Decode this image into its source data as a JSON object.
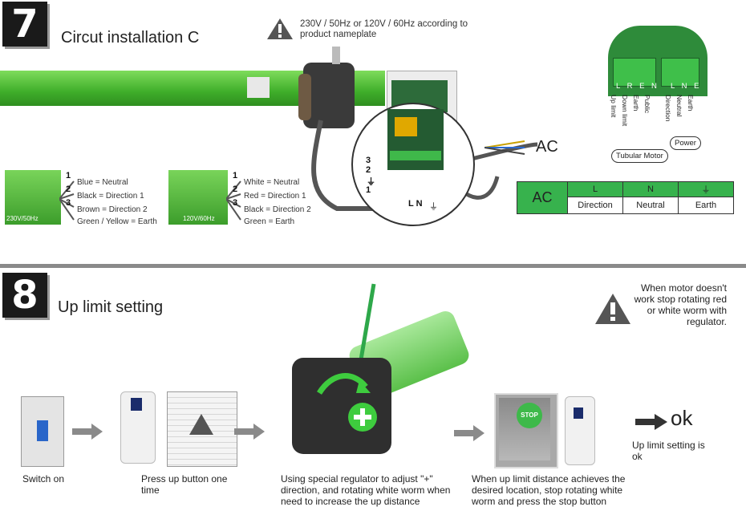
{
  "step7": {
    "number": "7",
    "title": "Circut installation C",
    "warning": "230V / 50Hz or 120V / 60Hz according to product nameplate",
    "ac_label": "AC",
    "wiring_left": {
      "num1": "1",
      "num2": "2",
      "num3": "3",
      "line1": "Blue = Neutral",
      "line2": "Black = Direction 1",
      "line3": "Brown = Direction 2",
      "line4": "Green / Yellow = Earth",
      "voltage": "230V/50Hz"
    },
    "wiring_right": {
      "num1": "1",
      "num2": "2",
      "num3": "3",
      "line1": "White = Neutral",
      "line2": "Red = Direction 1",
      "line3": "Black = Direction 2",
      "line4": "Green = Earth",
      "voltage": "120V/60Hz"
    },
    "terminals": {
      "t3": "3",
      "t2": "2",
      "t1": "1",
      "ln": "L N"
    },
    "board": {
      "left_pins": "L R E N",
      "right_pins": "L N E",
      "v1": "Up limit",
      "v2": "Down limit",
      "v3": "Earth",
      "v4": "Public",
      "v5": "Direction",
      "v6": "Neutral",
      "v7": "Earth",
      "motor": "Tubular Motor",
      "power": "Power"
    },
    "ac_table": {
      "head": "AC",
      "c1": "L",
      "c2": "N",
      "c3": "⏚",
      "d1": "Direction",
      "d2": "Neutral",
      "d3": "Earth"
    }
  },
  "step8": {
    "number": "8",
    "title": "Up limit setting",
    "warning_note": "When motor doesn't work stop rotating red or white worm with regulator.",
    "cap_switch": "Switch on",
    "cap_press": "Press up button one time",
    "cap_regulator": "Using special regulator to adjust \"+\" direction, and rotating white worm when need to increase the up distance",
    "cap_stop": "When up limit distance achieves the desired location, stop rotating white worm and press the stop button",
    "ok": "ok",
    "ok_caption": "Up limit setting is ok",
    "stop_sign": "STOP"
  },
  "colors": {
    "green": "#4cc13a",
    "dark": "#1a1a1a",
    "grey": "#8a8a8a"
  }
}
